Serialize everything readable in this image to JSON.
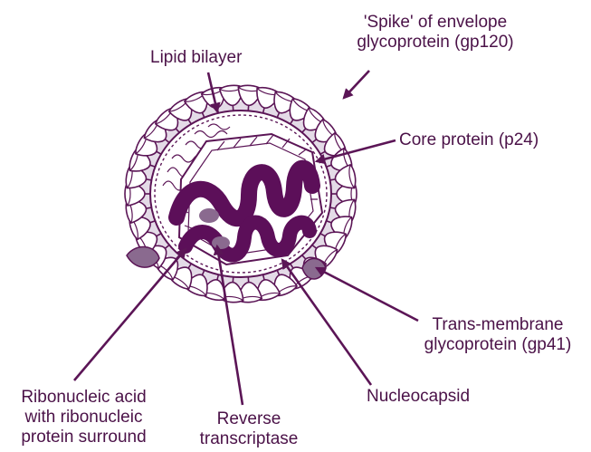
{
  "colors": {
    "outline": "#5b1556",
    "core_fill": "#5c0f59",
    "halo": "#e4dbe7",
    "label_text": "#4b1248",
    "transmembrane_fill": "#8a6a8f"
  },
  "labels": {
    "spike_line1": "'Spike' of envelope",
    "spike_line2": "glycoprotein (gp120)",
    "lipid_bilayer": "Lipid bilayer",
    "core_protein": "Core protein (p24)",
    "transmembrane_line1": "Trans-membrane",
    "transmembrane_line2": "glycoprotein (gp41)",
    "ribonucleic_line1": "Ribonucleic acid",
    "ribonucleic_line2": "with ribonucleic",
    "ribonucleic_line3": "protein surround",
    "reverse_line1": "Reverse",
    "reverse_line2": "transcriptase",
    "nucleocapsid": "Nucleocapsid"
  }
}
